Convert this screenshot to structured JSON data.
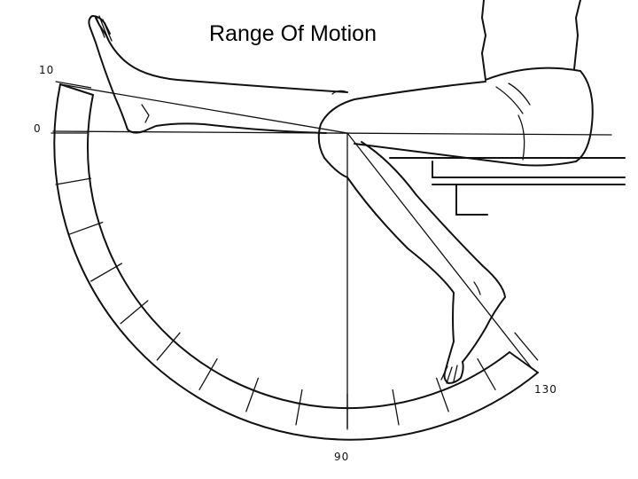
{
  "title": "Range Of Motion",
  "angle_labels": {
    "ten": "10",
    "zero": "0",
    "ninety": "90",
    "one_thirty": "130"
  },
  "colors": {
    "ink": "#111111",
    "background": "#ffffff"
  }
}
